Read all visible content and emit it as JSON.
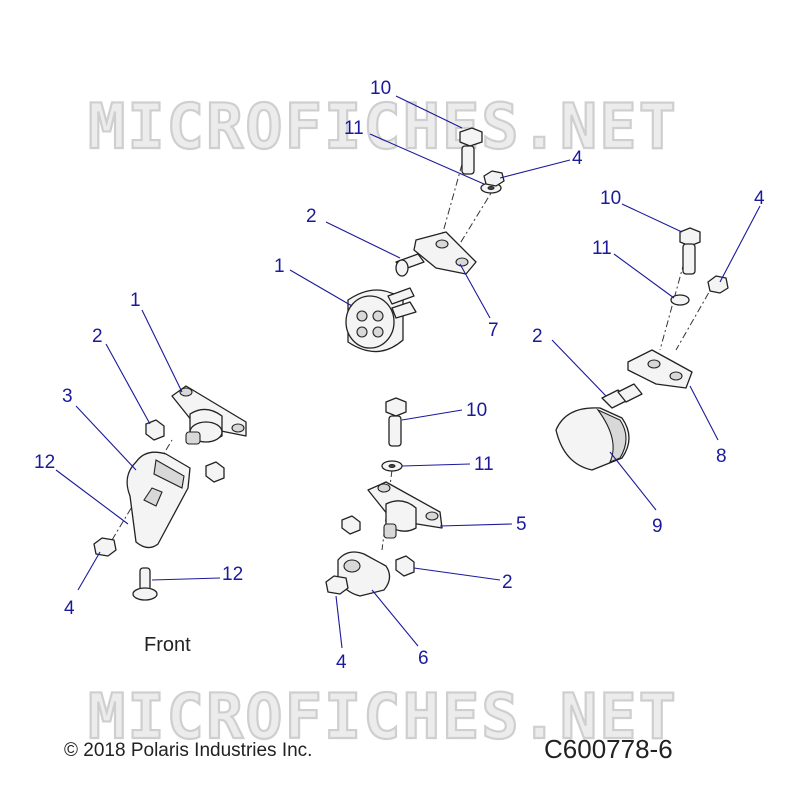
{
  "watermark": "MICROFICHES.NET",
  "front_label": "Front",
  "copyright": "© 2018 Polaris Industries Inc.",
  "diagram_code": "C600778-6",
  "callouts": {
    "c10a": "10",
    "c11a": "11",
    "c4a": "4",
    "c2a": "2",
    "c1a": "1",
    "c7": "7",
    "c10b": "10",
    "c11b": "11",
    "c4b": "4",
    "c2b": "2",
    "c8": "8",
    "c9": "9",
    "c1b": "1",
    "c2c": "2",
    "c3": "3",
    "c12a": "12",
    "c4c": "4",
    "c12b": "12",
    "c10c": "10",
    "c11c": "11",
    "c5": "5",
    "c2d": "2",
    "c4d": "4",
    "c6": "6"
  },
  "colors": {
    "callout": "#1a1a9a",
    "watermark": "#cfcfcf"
  }
}
